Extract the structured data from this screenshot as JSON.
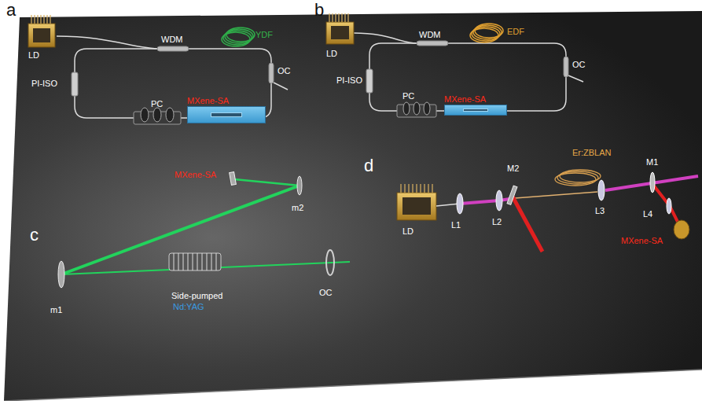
{
  "diagram": {
    "nodes": [
      {
        "text": [
          "MXene-SA"
        ]
      },
      {
        "text": [
          "MXene-SA"
        ]
      }
    ],
    "labels": [
      "a",
      "LD",
      "WDM",
      "YDF",
      "OC",
      "PI-ISO",
      "PC",
      "b",
      "LD",
      "WDM",
      "EDF",
      "OC",
      "PI-ISO",
      "PC",
      "MXene-SA",
      "m2",
      "c",
      "m1",
      "Side-pumped",
      "Nd:YAG",
      "OC",
      "d",
      "M2",
      "Er:ZBLAN",
      "M1",
      "L1",
      "L2",
      "L3",
      "LD",
      "L4",
      "MXene-SA"
    ]
  }
}
